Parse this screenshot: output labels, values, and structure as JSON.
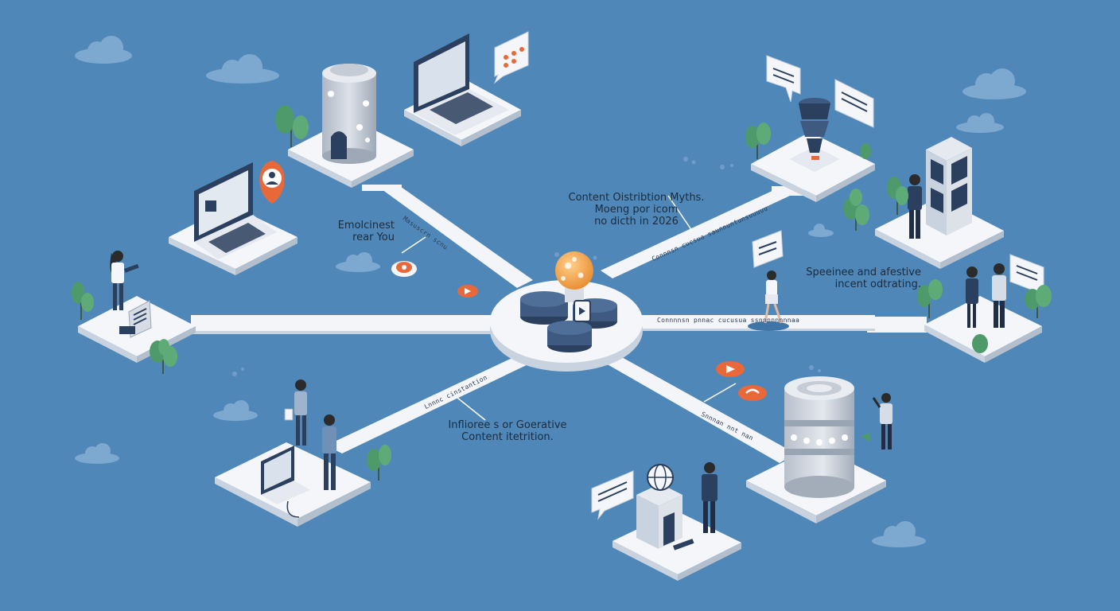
{
  "caption_top": {
    "line1": "Content Oistribtion Myths.",
    "line2": "Moeng por icom",
    "line3": "no dicth in 2026"
  },
  "caption_left": {
    "line1": "Emolcinest",
    "line2": "rear You"
  },
  "caption_right": {
    "line1": "Speeinee and afestive",
    "line2": "incent odtrating."
  },
  "caption_bottom": {
    "line1": "Inflioree s or  Goerative",
    "line2": "Content itetrition."
  },
  "road_labels": {
    "nw": "Masuscrn scnu",
    "ne": "Connnsn cucsua saunnuntunsuuuuu",
    "e": "Connnnsn pnnac cucusua ssnnnnnnnnaa",
    "sw": "Lnnnc cinstantion",
    "se": "Snnnan nnt nan"
  },
  "colors": {
    "background": "#4f88b8",
    "platform": "#f4f6f9",
    "platform_side": "#c9d3df",
    "road": "#f3f5f8",
    "navy": "#2b3f5e",
    "accent_orange": "#e8683a",
    "leaf_green": "#4e9a6a",
    "cloud": "#7da8cf"
  },
  "icons": [
    "database-icon",
    "laptop-icon",
    "chat-bubble-icon",
    "user-pin-icon",
    "server-tower-icon",
    "filter-funnel-icon",
    "lightbulb-globe-icon",
    "play-button-icon",
    "phone-icon",
    "globe-icon",
    "tree-icon",
    "person-icon",
    "cloud-icon"
  ]
}
